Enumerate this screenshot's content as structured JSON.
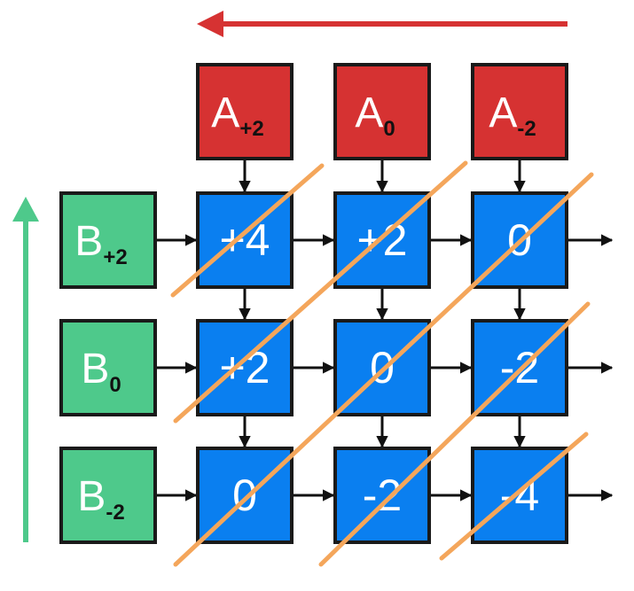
{
  "colors": {
    "red": "#d63232",
    "green": "#4ec98b",
    "blue": "#0a7ff0",
    "orange": "#f4a65b",
    "border": "#1a1a1a"
  },
  "top_labels": [
    {
      "letter": "A",
      "sub": "+2"
    },
    {
      "letter": "A",
      "sub": "0"
    },
    {
      "letter": "A",
      "sub": "-2"
    }
  ],
  "left_labels": [
    {
      "letter": "B",
      "sub": "+2"
    },
    {
      "letter": "B",
      "sub": "0"
    },
    {
      "letter": "B",
      "sub": "-2"
    }
  ],
  "grid": [
    [
      "+4",
      "+2",
      "0"
    ],
    [
      "+2",
      "0",
      "-2"
    ],
    [
      "0",
      "-2",
      "-4"
    ]
  ]
}
